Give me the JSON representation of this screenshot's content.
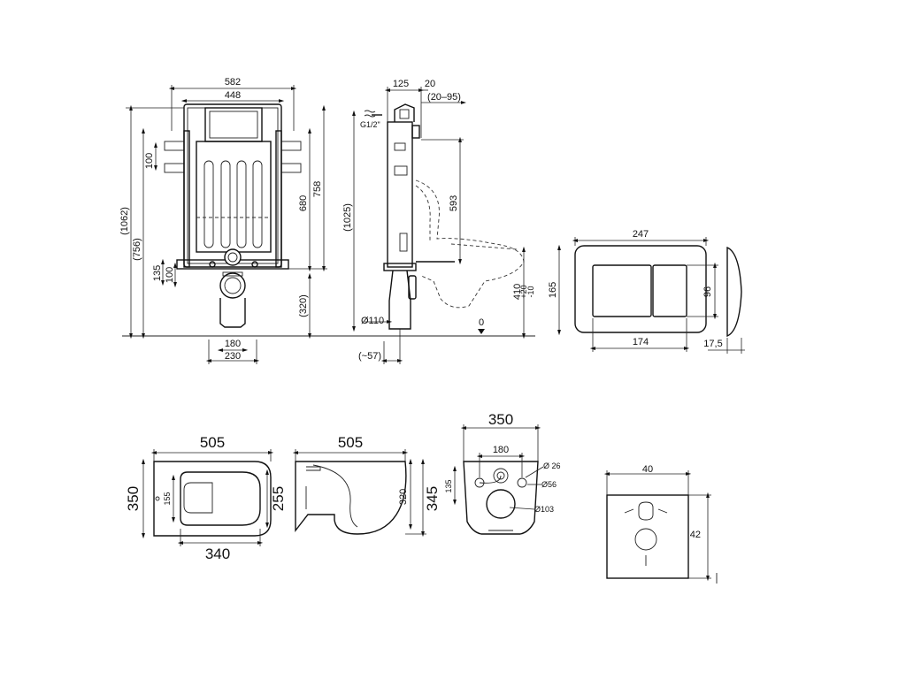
{
  "frame_front": {
    "w_outer": "582",
    "w_inner": "448",
    "h_total": "(1062)",
    "h_mid": "(756)",
    "h_frame": "758",
    "h_inner": "680",
    "h_connector": "100",
    "h_low1": "135",
    "h_low2": "100",
    "h_bottom": "(320)",
    "w_180": "180",
    "w_230": "230"
  },
  "frame_side": {
    "d_125": "125",
    "d_20": "20",
    "d_range": "(20–95)",
    "inlet": "G1/2\"",
    "h_1025": "(1025)",
    "h_593": "593",
    "h_410": "410",
    "h_410_tol": "+20\n-10",
    "pipe": "Ø110",
    "zero": "0",
    "offset": "(~57)"
  },
  "plate": {
    "w": "247",
    "h": "165",
    "btn_h": "96",
    "btn_w": "174",
    "thick": "17,5"
  },
  "bowl_top": {
    "len": "505",
    "width": "350",
    "inner": "255",
    "seat_len": "340",
    "seat_w": "155"
  },
  "bowl_side": {
    "len": "505",
    "h_320": "320",
    "h_345": "345"
  },
  "bowl_back": {
    "w": "350",
    "spacing": "180",
    "d26": "Ø 26",
    "d56": "Ø56",
    "d103": "Ø103",
    "h135": "135"
  },
  "gasket": {
    "w": "40",
    "h": "42"
  }
}
